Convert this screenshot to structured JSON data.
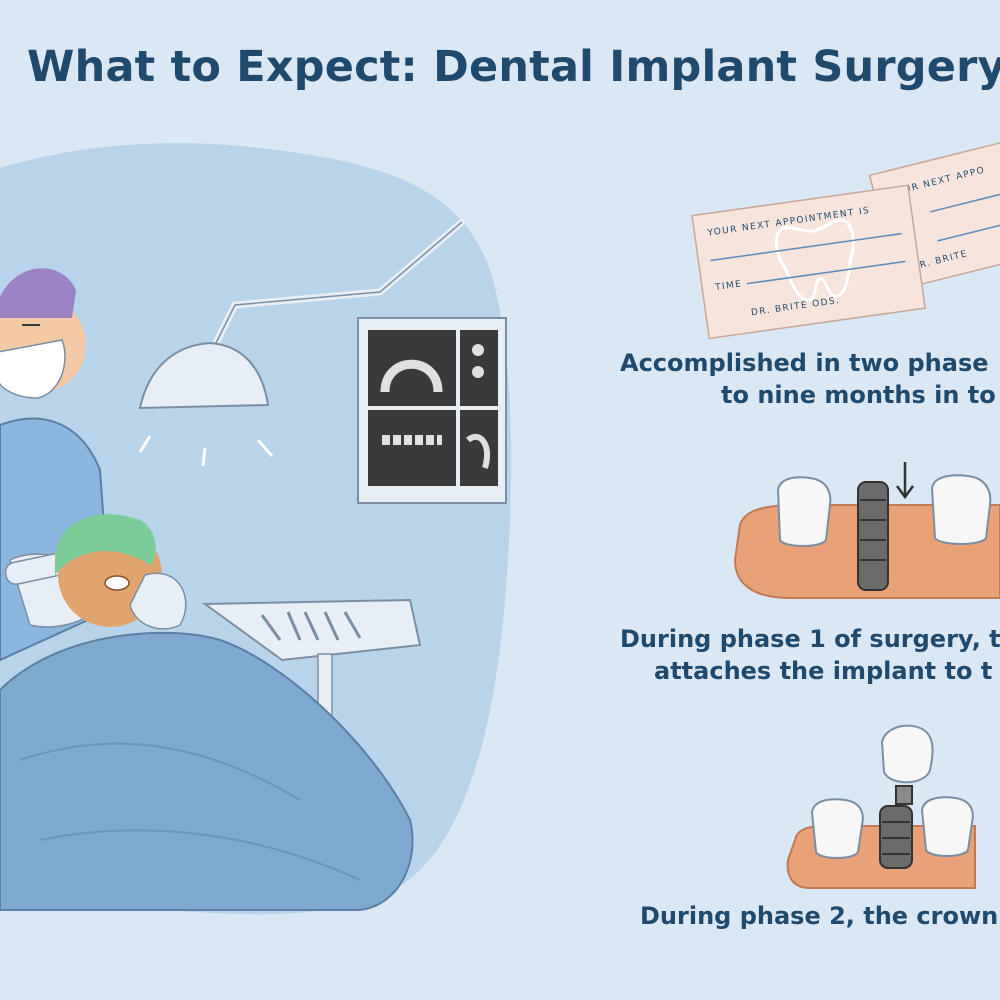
{
  "title": "What to Expect: Dental Implant Surgery",
  "cards": {
    "front": {
      "appointment": "YOUR NEXT APPOINTMENT IS",
      "time": "TIME",
      "doctor": "DR. BRITE  ODS."
    },
    "back": {
      "appointment": "YOUR NEXT APPO",
      "doctor": "R. BRITE"
    }
  },
  "captions": {
    "phases": [
      "Accomplished in two phase",
      "to nine months in to"
    ],
    "phase1": [
      "During phase 1 of surgery, t",
      "attaches the implant to t"
    ],
    "phase2": [
      "During phase 2, the crown"
    ]
  },
  "colors": {
    "background": "#dae7f4",
    "title": "#1f4a6e",
    "gum": "#e9a178",
    "scrub": "#8bb7de",
    "cap": "#9a82c3"
  }
}
